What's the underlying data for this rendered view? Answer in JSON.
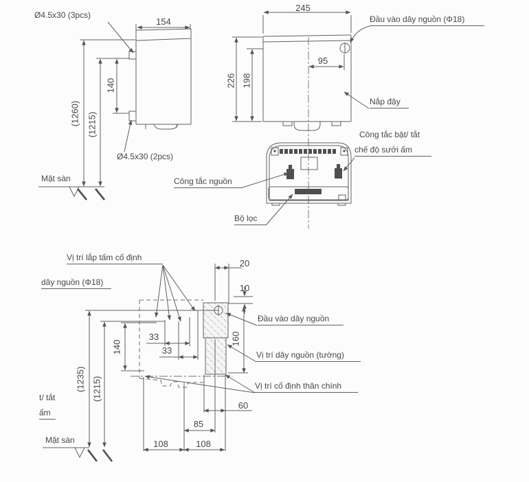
{
  "top": {
    "side": {
      "screws3": "Ø4.5x30 (3pcs)",
      "screws2": "Ø4.5x30 (2pcs)",
      "w154": "154",
      "h140": "140",
      "h1260": "(1260)",
      "h1215": "(1215)",
      "floor": "Mặt sàn"
    },
    "front": {
      "w245": "245",
      "off95": "95",
      "h226": "226",
      "h198": "198",
      "inlet": "Đầu vào dây nguồn (Φ18)",
      "cover": "Nắp đậy"
    },
    "bottom_view": {
      "heater1": "Công tắc bật/ tắt",
      "heater2": "chế độ sưởi ấm",
      "power": "Công tắc nguồn",
      "filter": "Bộ lọc"
    }
  },
  "lower": {
    "plate": "Vị trí lắp tấm cố định",
    "cord": "dây nguồn (Φ18)",
    "inlet": "Đầu vào dây nguồn",
    "cord_wall": "Vị trí dây nguồn (tường)",
    "body_fix": "Vị trí cố định thân chính",
    "note1": "t/ tắt",
    "note2": "ấm",
    "floor": "Mặt sàn",
    "d20": "20",
    "d10": "10",
    "d33a": "33",
    "d33b": "33",
    "d140": "140",
    "d1235": "(1235)",
    "d1215": "(1215)",
    "d160": "160",
    "d60": "60",
    "d85": "85",
    "d108a": "108",
    "d108b": "108"
  },
  "colors": {
    "line": "#5f5f5f",
    "text": "#474747",
    "background": "#fcfcfc"
  }
}
